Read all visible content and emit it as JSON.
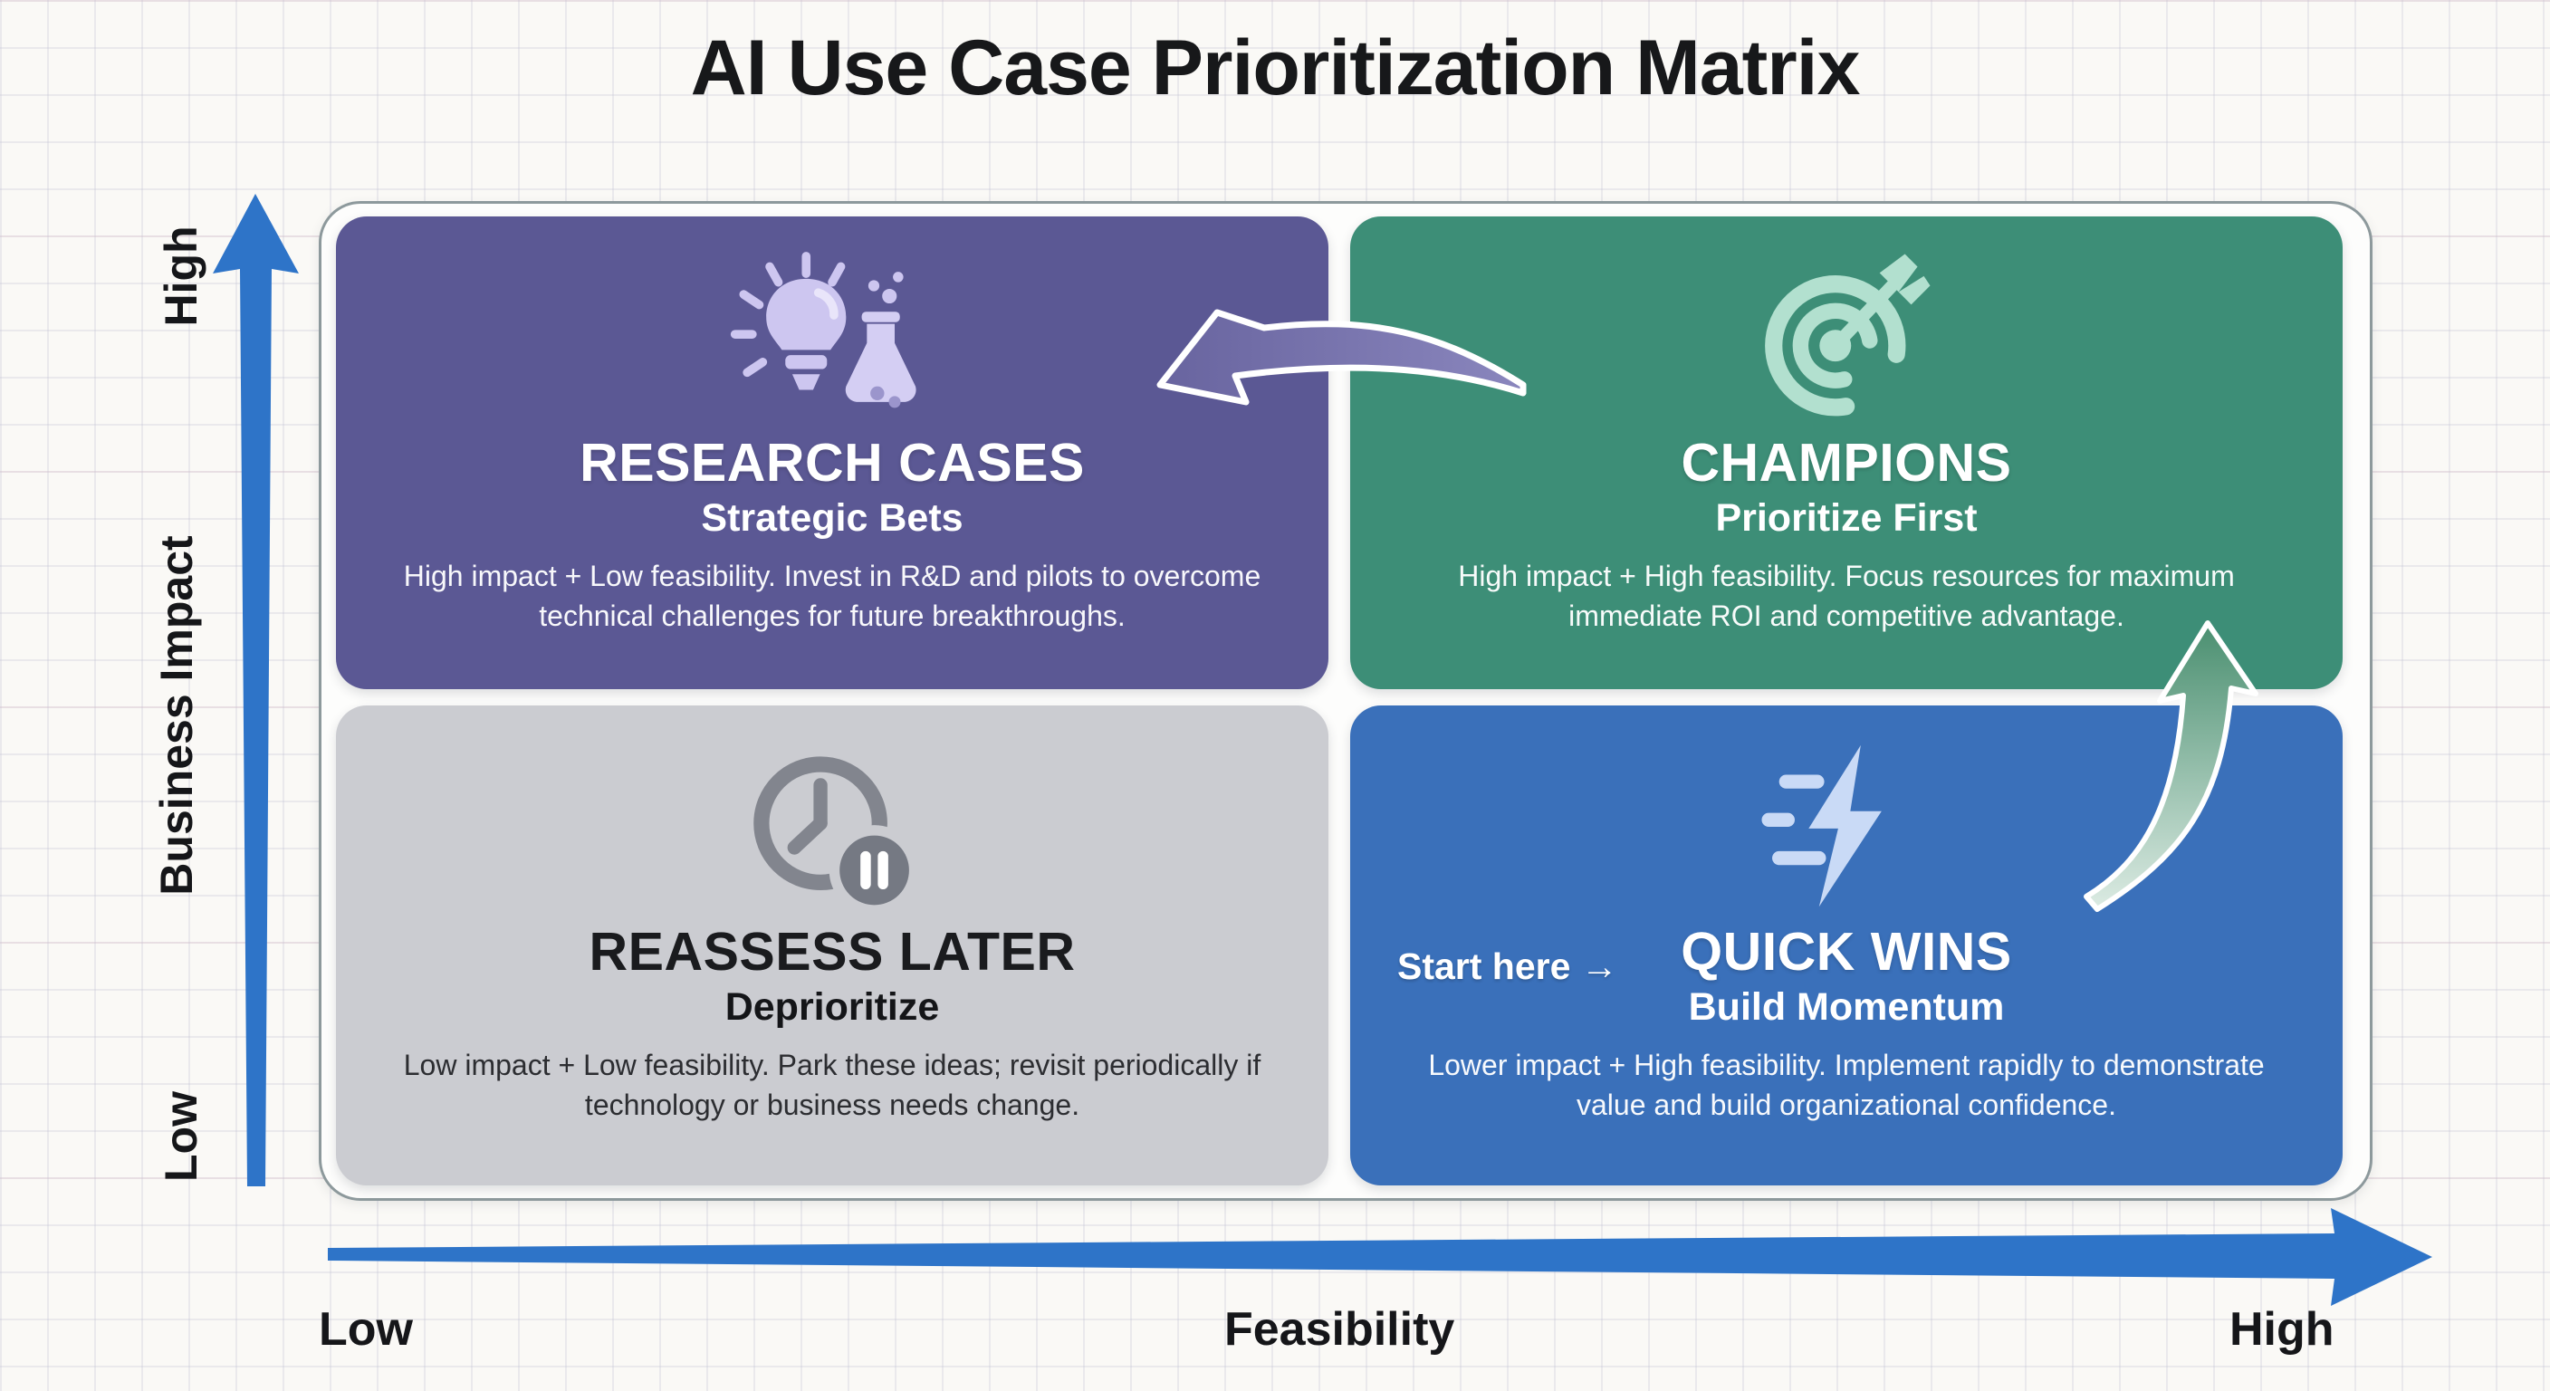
{
  "title": "AI Use Case Prioritization Matrix",
  "axes": {
    "y": {
      "label": "Business Impact",
      "top": "High",
      "bottom": "Low"
    },
    "x": {
      "label": "Feasibility",
      "left": "Low",
      "right": "High"
    }
  },
  "quadrants": {
    "research_cases": {
      "title": "RESEARCH CASES",
      "subtitle": "Strategic Bets",
      "description": "High impact + Low feasibility. Invest in R&D and pilots to overcome technical challenges for future breakthroughs.",
      "icon": "lightbulb-flask-icon",
      "color": "#5b5894"
    },
    "champions": {
      "title": "CHAMPIONS",
      "subtitle": "Prioritize First",
      "description": "High impact + High feasibility. Focus resources for maximum immediate ROI and competitive advantage.",
      "icon": "target-arrow-icon",
      "color": "#3d8e77"
    },
    "reassess_later": {
      "title": "REASSESS LATER",
      "subtitle": "Deprioritize",
      "description": "Low impact + Low feasibility. Park these ideas; revisit periodically if technology or business needs change.",
      "icon": "clock-pause-icon",
      "color": "#cbccd1"
    },
    "quick_wins": {
      "title": "QUICK WINS",
      "subtitle": "Build Momentum",
      "description": "Lower impact + High feasibility. Implement rapidly to demonstrate value and build organizational confidence.",
      "icon": "lightning-speed-icon",
      "color": "#3a70ba",
      "start_label": "Start here →"
    }
  },
  "colors": {
    "axis_arrow": "#2e74c8",
    "background": "#faf9f6",
    "card_purple": "#5b5894",
    "card_green": "#3d8e77",
    "card_gray": "#cbccd1",
    "card_blue": "#3a70ba"
  }
}
